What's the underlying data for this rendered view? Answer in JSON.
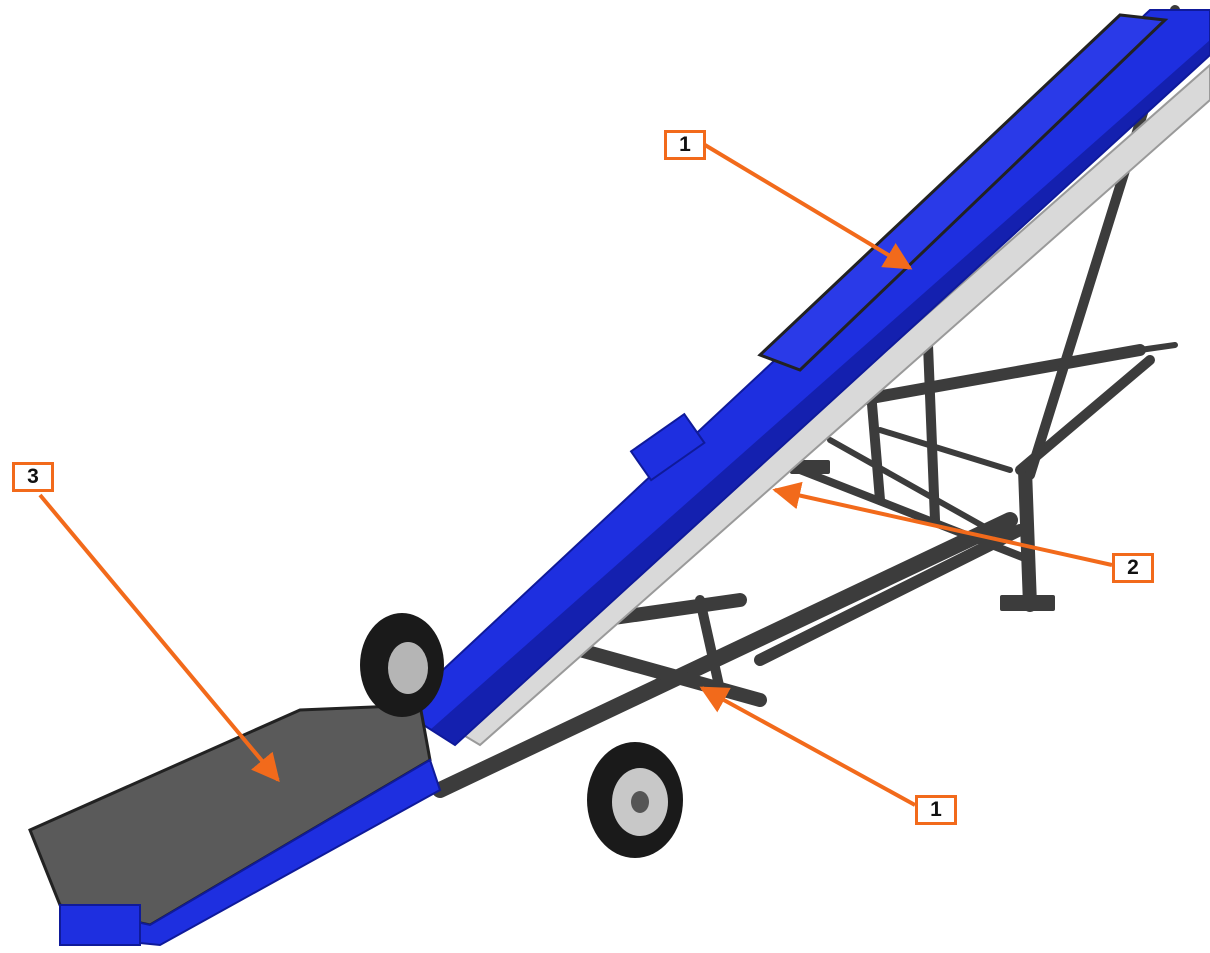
{
  "colors": {
    "callout": "#f26a1b",
    "tube": "#1e2fe0",
    "tube_shadow": "#0f1a9a",
    "frame": "#3c3c3c",
    "hopper": "#5a5a5a",
    "return_tube": "#d9d9d9"
  },
  "callouts": [
    {
      "id": "upper-1",
      "label": "1"
    },
    {
      "id": "lower-1",
      "label": "1"
    },
    {
      "id": "right-2",
      "label": "2"
    },
    {
      "id": "left-3",
      "label": "3"
    }
  ]
}
